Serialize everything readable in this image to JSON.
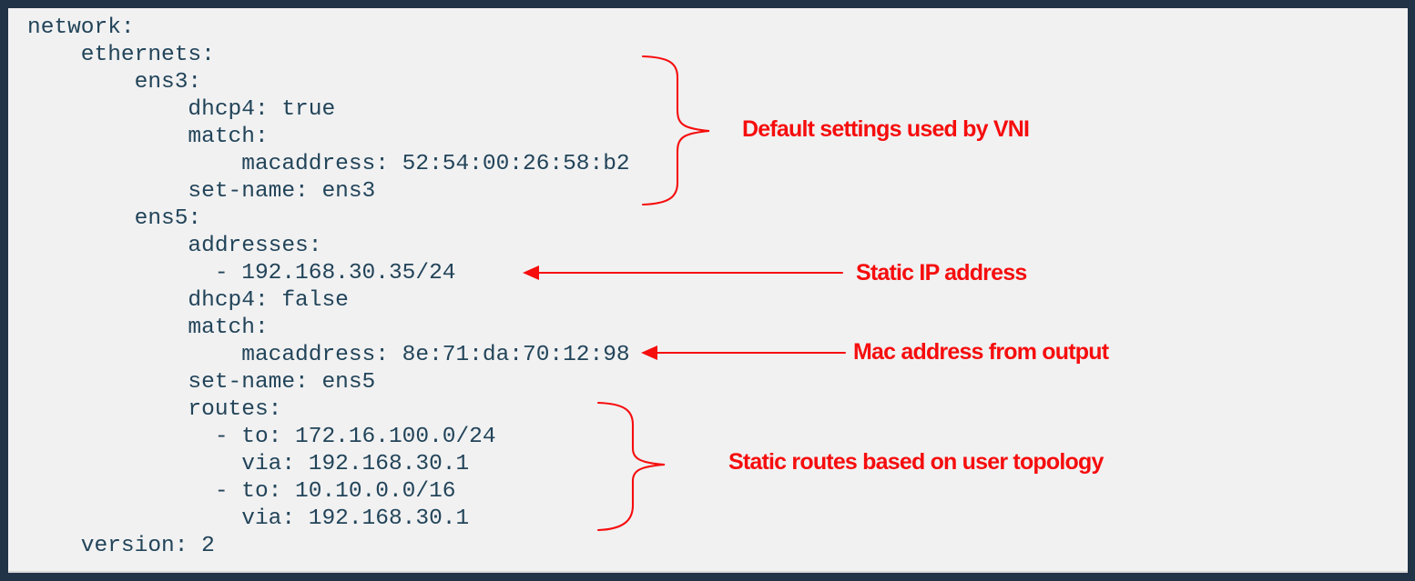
{
  "colors": {
    "frame": "#213347",
    "background": "#f1f1f2",
    "code_text": "#224459",
    "annotation_red": "#f60d0d",
    "bottom_edge": "#d8d8d8"
  },
  "code": {
    "language": "yaml",
    "lines": [
      "network:",
      "    ethernets:",
      "        ens3:",
      "            dhcp4: true",
      "            match:",
      "                macaddress: 52:54:00:26:58:b2",
      "            set-name: ens3",
      "        ens5:",
      "            addresses:",
      "              - 192.168.30.35/24",
      "            dhcp4: false",
      "            match:",
      "                macaddress: 8e:71:da:70:12:98",
      "            set-name: ens5",
      "            routes:",
      "              - to: 172.16.100.0/24",
      "                via: 192.168.30.1",
      "              - to: 10.10.0.0/16",
      "                via: 192.168.30.1",
      "    version: 2"
    ]
  },
  "annotations": {
    "brace_default": {
      "label": "Default settings used by VNI"
    },
    "arrow_static_ip": {
      "label": "Static IP address"
    },
    "arrow_mac": {
      "label": "Mac address from output"
    },
    "brace_routes": {
      "label": "Static routes based on user topology"
    }
  }
}
